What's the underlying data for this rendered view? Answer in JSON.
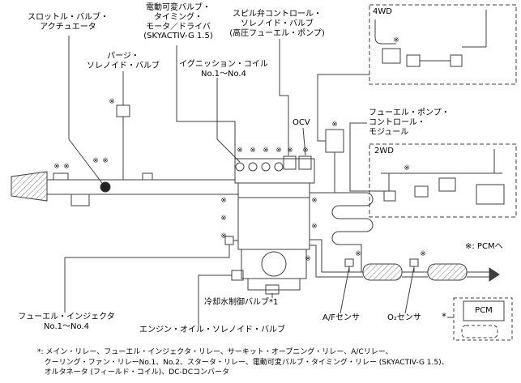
{
  "diagram": {
    "labels": {
      "throttle_valve_actuator": "スロットル・バルブ・\nアクチュエータ",
      "evvt_motor_driver": "電動可変バルブ・\nタイミング・\nモータ／ドライバ\n(SKYACTIV-G 1.5)",
      "spill_valve_control": "スピル弁コントロール・\nソレノイド・バルブ\n(高圧フューエル・ポンプ)",
      "four_wd": "4WD",
      "purge_solenoid_valve": "パージ・\nソレノイド・バルブ",
      "ignition_coil": "イグニッション・コイル\nNo.1～No.4",
      "ocv": "OCV",
      "fuel_pump_control_module": "フューエル・ポンプ・\nコントロール・\nモジュール",
      "two_wd": "2WD",
      "pcm_ref_legend": "※: PCMへ",
      "pcm": "PCM",
      "coolant_control_valve": "冷却水制御バルブ*1",
      "af_sensor": "A/Fセンサ",
      "o2_sensor": "O₂センサ",
      "fuel_injector": "フューエル・インジェクタ\nNo.1～No.4",
      "engine_oil_solenoid_valve": "エンジン・オイル・ソレノイド・バルブ"
    },
    "marks": {
      "pcm_symbol": "※",
      "relay_symbol": "*"
    },
    "footnote": "*: メイン・リレー、フューエル・インジェクタ・リレー、サーキット・オープニング・リレー、A/Cリレー、\n   クーリング・ファン・リレーNo.1、No.2、スタータ・リレー、電動可変バルブ・タイミング・リレー (SKYACTIV-G 1.5)、\n   オルタネータ (フィールド・コイル)、DC-DCコンバータ",
    "colors": {
      "line": "#3f3f3f",
      "text": "#000000",
      "background": "#ffffff"
    }
  }
}
